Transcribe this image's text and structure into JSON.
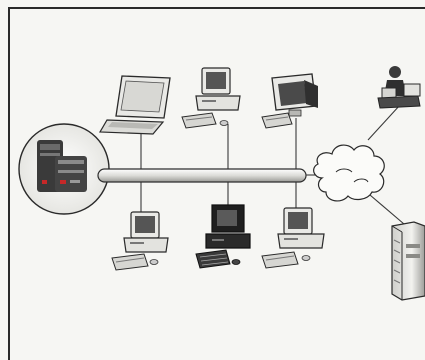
{
  "diagram": {
    "palette": {
      "paper": "#f6f6f3",
      "frame": "#2a2a2a",
      "line": "#3a3a3a",
      "device_light": "#e9e9e6",
      "device_mid": "#b9b9b5",
      "device_dark": "#4a4a4a",
      "screen": "#d8d8d4",
      "highlight": "#c62828"
    },
    "nodes": [
      {
        "id": "server-workstation",
        "icon": "server-icon",
        "highlighted": true
      },
      {
        "id": "laptop",
        "icon": "laptop-icon"
      },
      {
        "id": "desktop-top-center",
        "icon": "desktop-computer-icon"
      },
      {
        "id": "monitor-top-right",
        "icon": "monitor-icon"
      },
      {
        "id": "desktop-bottom-left",
        "icon": "desktop-computer-icon"
      },
      {
        "id": "desktop-bottom-center",
        "icon": "desktop-computer-icon"
      },
      {
        "id": "desktop-bottom-right",
        "icon": "desktop-computer-icon"
      },
      {
        "id": "network-cloud",
        "icon": "cloud-icon"
      },
      {
        "id": "remote-user",
        "icon": "remote-user-icon"
      },
      {
        "id": "remote-server",
        "icon": "server-tower-icon"
      }
    ],
    "links": [
      {
        "from": "laptop",
        "to": "backbone-bus"
      },
      {
        "from": "desktop-top-center",
        "to": "backbone-bus"
      },
      {
        "from": "monitor-top-right",
        "to": "backbone-bus"
      },
      {
        "from": "desktop-bottom-left",
        "to": "backbone-bus"
      },
      {
        "from": "desktop-bottom-center",
        "to": "backbone-bus"
      },
      {
        "from": "desktop-bottom-right",
        "to": "backbone-bus"
      },
      {
        "from": "server-workstation",
        "to": "backbone-bus"
      },
      {
        "from": "backbone-bus",
        "to": "network-cloud"
      },
      {
        "from": "network-cloud",
        "to": "remote-user"
      },
      {
        "from": "network-cloud",
        "to": "remote-server"
      }
    ]
  }
}
